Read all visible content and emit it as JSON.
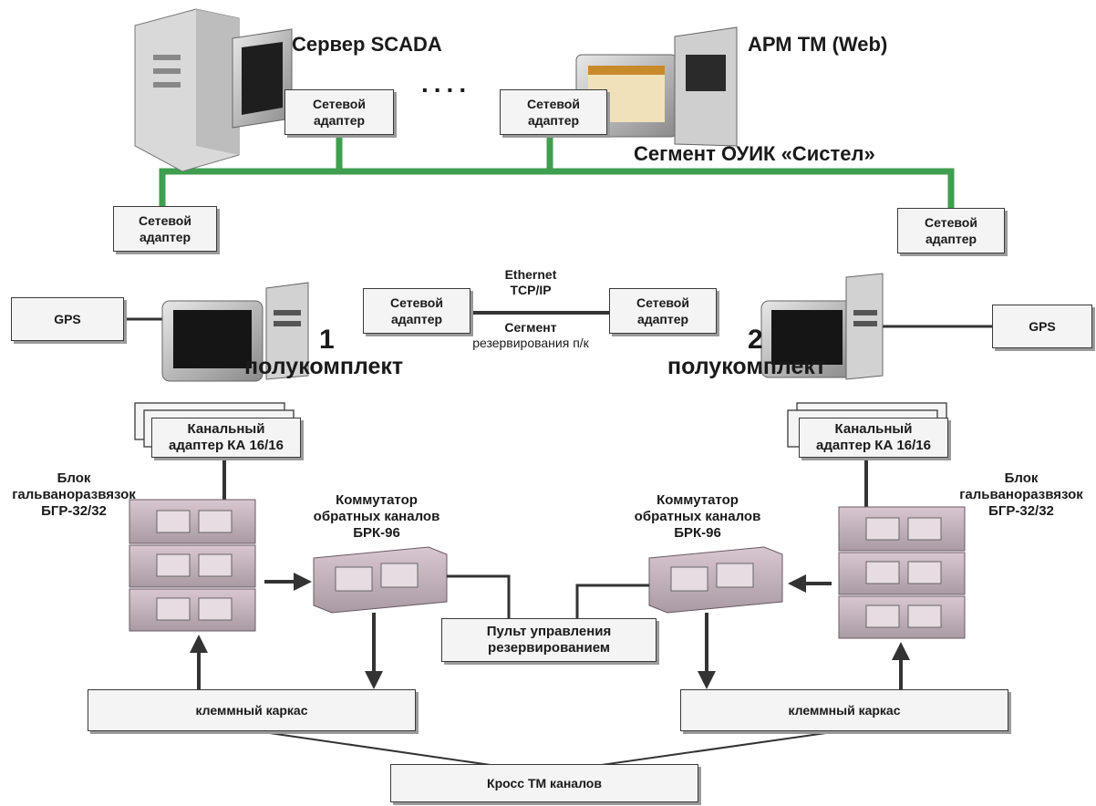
{
  "servers": {
    "scada_label": "Сервер SCADA",
    "arm_label": "АРМ ТМ (Web)",
    "dots": "....",
    "segment_label": "Сегмент ОУИК «Систел»"
  },
  "adapters": {
    "network_adapter": "Сетевой адаптер"
  },
  "redundancy": {
    "ethernet": "Ethernet",
    "tcpip": "TCP/IP",
    "segment": "Сегмент",
    "segment_desc": "резервирования п/к"
  },
  "halves": {
    "left_number": "1",
    "right_number": "2",
    "label": "полукомплект",
    "gps": "GPS"
  },
  "equipment": {
    "channel_adapter_line1": "Канальный",
    "channel_adapter_line2": "адаптер КА 16/16",
    "bgr_line1": "Блок",
    "bgr_line2": "гальваноразвязок",
    "bgr_line3": "БГР-32/32",
    "brk_line1": "Коммутатор",
    "brk_line2": "обратных каналов",
    "brk_line3": "БРК-96",
    "control_panel_line1": "Пульт управления",
    "control_panel_line2": "резервированием",
    "terminal_frame": "клеммный каркас",
    "cross": "Кросс ТМ каналов"
  },
  "colors": {
    "network_line": "#3f9e50",
    "line": "#333333",
    "rack": "#c9b5c0"
  }
}
